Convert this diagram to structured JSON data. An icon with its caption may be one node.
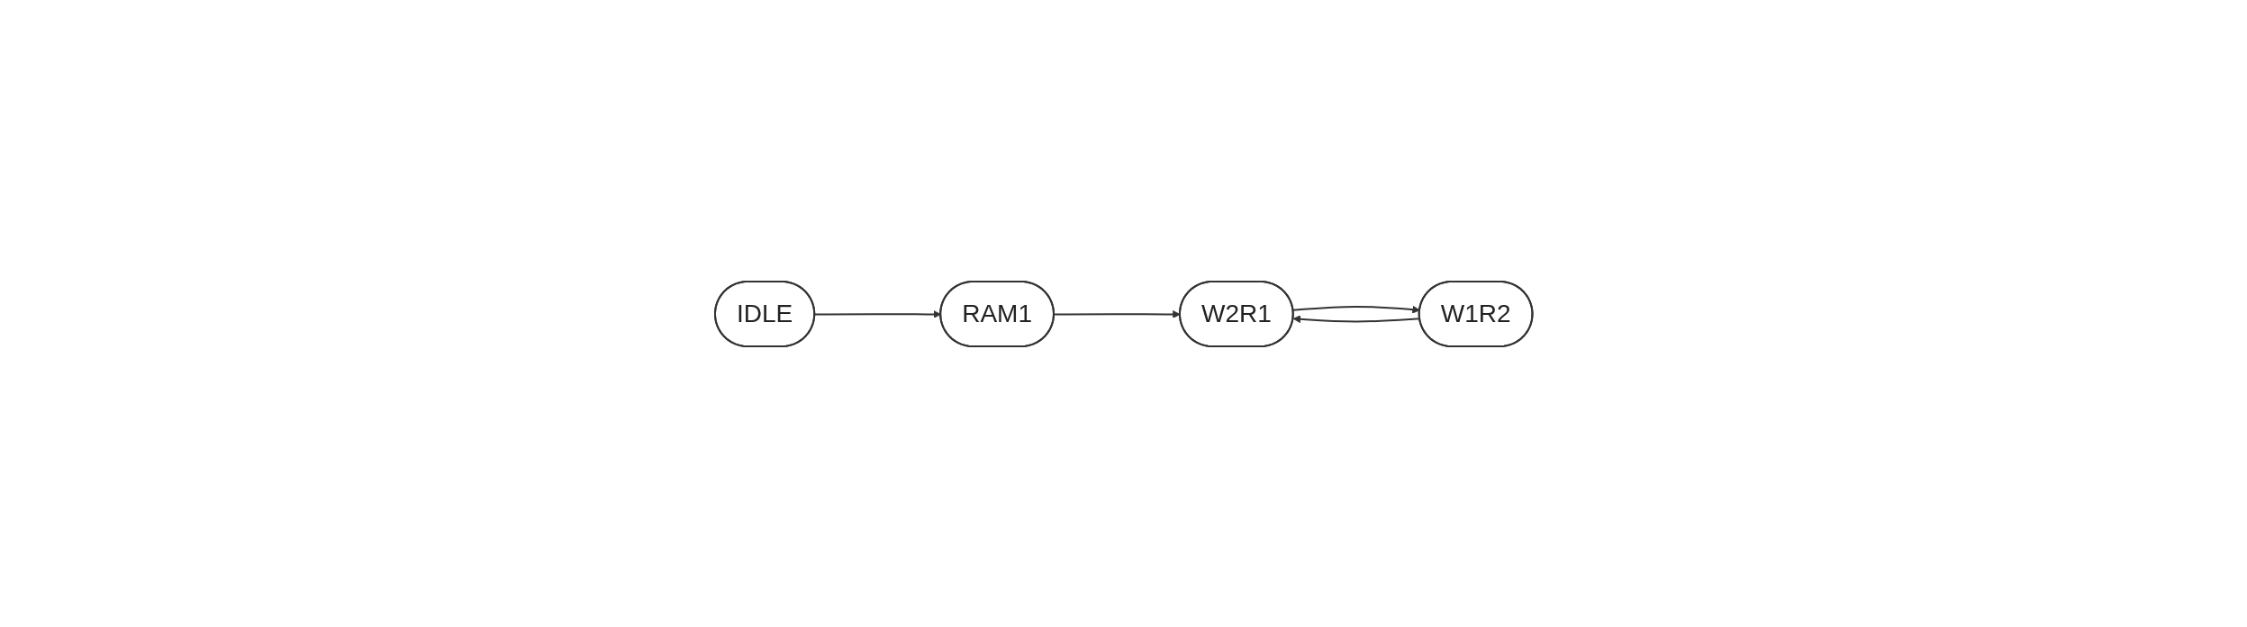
{
  "diagram": {
    "nodes": [
      {
        "text": [
          "IDLE"
        ]
      },
      {
        "text": [
          "RAM1"
        ]
      },
      {
        "text": [
          "W2R1"
        ]
      },
      {
        "text": [
          "W1R2"
        ]
      }
    ],
    "edges": [
      {
        "from": 0,
        "to": 1,
        "arrow": "to"
      },
      {
        "from": 1,
        "to": 2,
        "arrow": "to"
      },
      {
        "from": 2,
        "to": 3,
        "arrow": "to"
      },
      {
        "from": 3,
        "to": 2,
        "arrow": "to"
      }
    ]
  }
}
